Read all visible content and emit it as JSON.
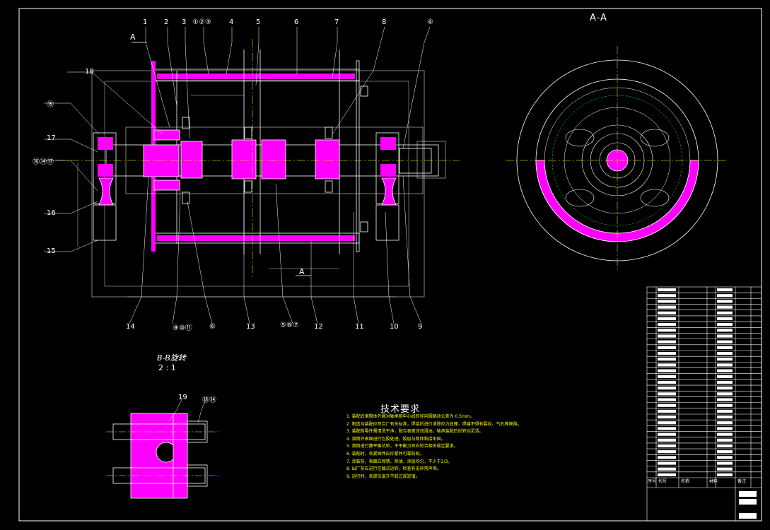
{
  "section_aa_label": "A-A",
  "section_bb_label": "B-B旋转",
  "section_bb_scale": "2 : 1",
  "section_mark_a": "A",
  "balloons_top": [
    "1",
    "2",
    "3",
    "①②③",
    "4",
    "5",
    "6",
    "7",
    "8",
    "④"
  ],
  "balloons_left": [
    "18",
    "⑮",
    "17",
    "⑯⑭⑰",
    "16",
    "15"
  ],
  "balloons_bottom": [
    "14",
    "⑨⑩⑪",
    "⑥",
    "13",
    "⑤⑥⑦",
    "12",
    "11",
    "10",
    "9"
  ],
  "balloons_bb": [
    "19",
    "⑬⑭"
  ],
  "tech_title": "技术要求",
  "tech_notes": [
    "1. 装配后滚筒体外圆对轴承座中心线的径向圆跳动公差为 0.5mm。",
    "2. 制造与装配应符合厂有关标准，焊接后进行消除应力处理，焊缝不得有裂纹、气孔等缺陷。",
    "3. 装配前零件需清洗干净，配合表面涂润滑油，轴承装配后应转动灵活。",
    "4. 滚筒外表面进行包胶处理，胶层与筒体粘接牢固。",
    "5. 滚筒进行静平衡试验，不平衡力矩应符合相关规定要求。",
    "6. 装配时，各紧固件应拧紧并可靠防松。",
    "7. 涂装前，表面应除锈、除油，涂层均匀，不少于2/3。",
    "8. 出厂前应进行空载试运转，检查有无异常声响。",
    "9. 运行时，各部位温升不超过规定值。"
  ],
  "parts_rows": 33,
  "title_block": {
    "col_seq": "序号",
    "col_code": "代号",
    "col_name": "名称",
    "col_material": "材料",
    "col_remark": "备注"
  },
  "colors": {
    "outline": "#ffffff",
    "hatch": "#ff00ff",
    "center": "#ffff00",
    "dim": "#ffffff",
    "hidden": "#00ff00",
    "frame": "#ffffff"
  }
}
